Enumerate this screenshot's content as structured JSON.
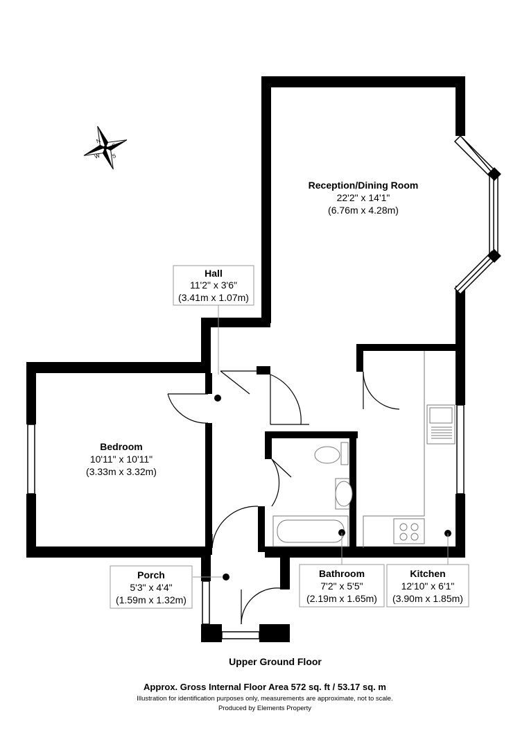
{
  "rooms": {
    "reception": {
      "name": "Reception/Dining Room",
      "imperial": "22'2\" x 14'1\"",
      "metric": "(6.76m x 4.28m)"
    },
    "hall": {
      "name": "Hall",
      "imperial": "11'2\" x 3'6\"",
      "metric": "(3.41m x 1.07m)"
    },
    "bedroom": {
      "name": "Bedroom",
      "imperial": "10'11\" x 10'11\"",
      "metric": "(3.33m x 3.32m)"
    },
    "porch": {
      "name": "Porch",
      "imperial": "5'3\" x 4'4\"",
      "metric": "(1.59m x 1.32m)"
    },
    "bathroom": {
      "name": "Bathroom",
      "imperial": "7'2\" x 5'5\"",
      "metric": "(2.19m x 1.65m)"
    },
    "kitchen": {
      "name": "Kitchen",
      "imperial": "12'10\" x 6'1\"",
      "metric": "(3.90m x 1.85m)"
    }
  },
  "compass": {
    "n": "N",
    "e": "E",
    "s": "S",
    "w": "W"
  },
  "footer": {
    "floor_name": "Upper Ground Floor",
    "area": "Approx. Gross Internal Floor Area 572 sq. ft / 53.17 sq. m",
    "disclaimer": "Illustration for identification purposes only, measurements are approximate, not to scale.",
    "producer": "Produced by Elements Property"
  },
  "colors": {
    "wall": "#000000",
    "window": "#ffffff",
    "label_border": "#9a9a9a",
    "fixture": "#7a7a7a"
  }
}
